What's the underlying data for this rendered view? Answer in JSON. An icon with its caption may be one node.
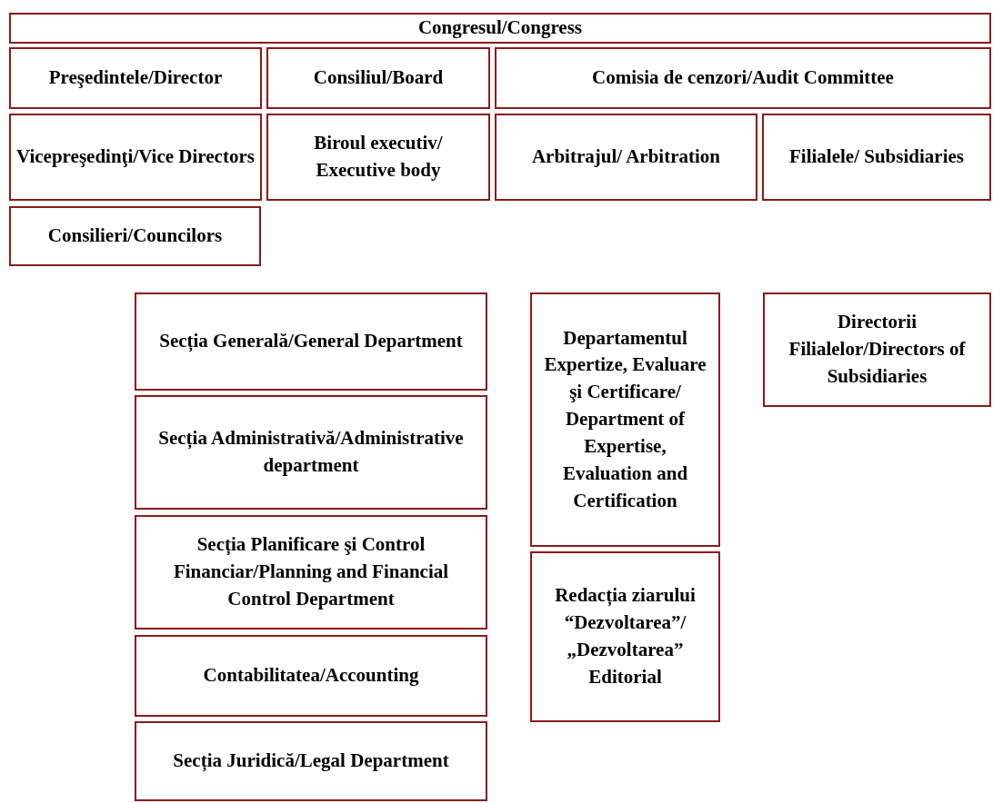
{
  "diagram": {
    "nodes": [
      {
        "text": [
          "Congresul/Congress"
        ]
      },
      {
        "text": [
          "Preşedintele/Director"
        ]
      },
      {
        "text": [
          "Consiliul/Board"
        ]
      },
      {
        "text": [
          "Comisia de cenzori/Audit Committee"
        ]
      },
      {
        "text": [
          "Vicepreşedinţi/Vice Directors"
        ]
      },
      {
        "text": [
          "Biroul executiv/ Executive body"
        ]
      },
      {
        "text": [
          "Arbitrajul/ Arbitration"
        ]
      },
      {
        "text": [
          "Filialele/ Subsidiaries"
        ]
      },
      {
        "text": [
          "Consilieri/Councilors"
        ]
      },
      {
        "text": [
          "Secția Generală/General Department"
        ]
      },
      {
        "text": [
          "Secția Administrativă/Administrative department"
        ]
      },
      {
        "text": [
          "Secția Planificare şi Control Financiar/Planning and Financial Control Department"
        ]
      },
      {
        "text": [
          "Contabilitatea/Accounting"
        ]
      },
      {
        "text": [
          "Secția Juridică/Legal Department"
        ]
      },
      {
        "text": [
          "Departamentul Expertize, Evaluare şi Certificare/ Department of Expertise, Evaluation and Certification"
        ]
      },
      {
        "text": [
          "Redacția ziarului “Dezvoltarea”/ „Dezvoltarea” Editorial"
        ]
      },
      {
        "text": [
          "Directorii Filialelor/Directors of Subsidiaries"
        ]
      }
    ],
    "edges": []
  }
}
